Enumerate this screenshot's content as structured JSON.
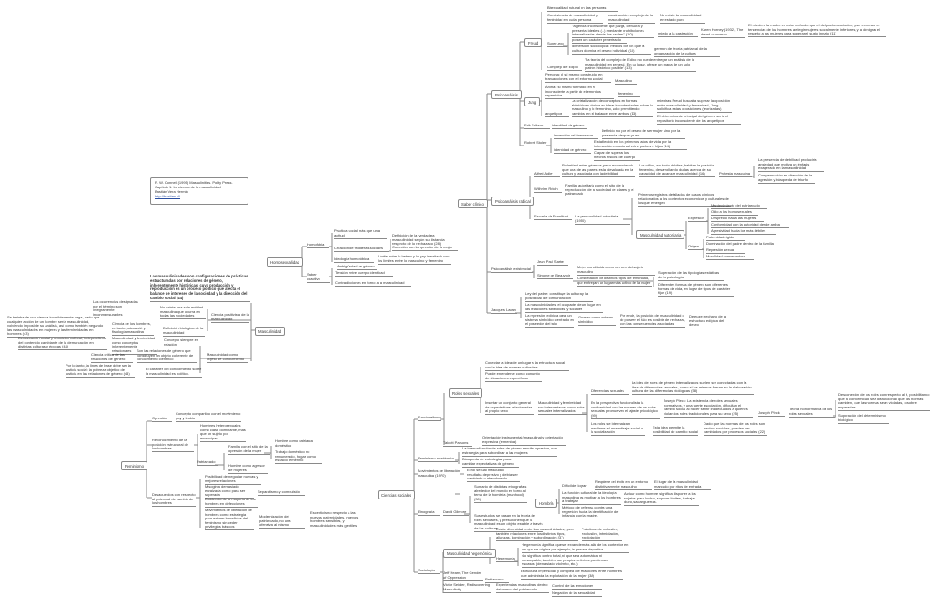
{
  "header": {
    "line1": "R. W. Connell (1995) Masculinities. Polity Press.",
    "line2": "Capítulo 1: La ciencia de la masculinidad",
    "author": "Bastián Vera Hermin",
    "link": "http://bastian.cl/"
  },
  "masc": {
    "root": "Masculinidad",
    "definition": "Las masculinidades son configuraciones de prácticas estructuradas por relaciones de género, inherentemente históricas, cuya producción y reproducción es un proceso político que afecta el balance de intereses de la sociedad y la dirección del cambio social (44)",
    "positivista": "Ciencia positivista de la masculinidad",
    "no_existe": "No existe una sola entidad masculina que ocurra en todas las sociedades",
    "ocurrencias": "Las ocurrencias designadas por el término son íntegramente inconmensurables",
    "biologica": "Definición biológica de la masculinidad",
    "ciencia_hombres": "Ciencia de los hombres, en tanto psicoanál. y fisiología masculina",
    "vaga": "Se trataba de una ciencia increíblemente vaga, dado que cualquier acción de un hombre sería masculinidad, volviendo imposible su análisis, así como también negando las masculinidades en mujeres y las femineidades en hombres (43)",
    "demarcacion": "Demarcación social y oposición cultural, independiente del contenido cambiante de la demarcación en distintas culturas y épocas (44)",
    "relacionales": "Masculinidad y femineidad como conceptos inherentemente relacionales",
    "relacion": "Concepto siempre en relación",
    "critica": "Ciencia crítica de las relaciones de género",
    "objeto_coherente": "Son las relaciones de género que constituyen un objeto coherente de conocimiento científico",
    "objeto": "Masculinidad como objeto de conocimiento",
    "justicia": "Por lo tanto, la línea de base debe ser la justicia social: la pobreza objetivo de justicia en las relaciones de género (44)",
    "politico": "El carácter del conocimiento sobre la masculinidad es político."
  },
  "homo": {
    "root": "Homosexualidad",
    "homofobia": "Homofobia",
    "saber": "Saber coactivo",
    "practica": "Práctica social más que una actitud",
    "fronteras": "Creación de fronteras sociales",
    "verdadera": "Definición de la verdadera masculinidad según su distancia respecto de lo rechazado (28)",
    "conexion": "Conexión con la opresión de la mujer",
    "ideologia": "Ideología homofóbica",
    "limite": "Límite entre lo hetero y lo gay inscritado con los límites entre lo masculino y femenino",
    "ambiguedad": "Ambigüedad de género",
    "tension": "Tensión entre cuerpo identidad",
    "contradicciones": "Contradicciones en torno a la masculinidad"
  },
  "fem": {
    "root": "Feminismo",
    "opresion": "Opresión",
    "gay": "Concepto compartido con el movimiento gay y lesbio",
    "reconocimiento": "Reconocimiento de la posición estructural de los hombres",
    "hetero": "Hombres heterosexuales como clase dominante, más que un sujeto por emancipar",
    "patriarcado": "Patriarcado",
    "familia": "Familia con el sitio de la opresión de la mujer",
    "patriarca": "Hombre como patriarca doméstico",
    "trabajo": "Trabajo doméstico no remunerado, hogar como espacio femenino",
    "agresor": "Hombre como agresor de mujeres",
    "desacuerdos": "Desacuerdos con respecto al potencial de cambio de los hombres",
    "negociar": "Posibilidad de negociar nuevas y mejores relaciones",
    "misoginia": "Misoginia demasiado enraizada como para ser superada",
    "separatismo": "Separatismo y compulsión",
    "disidencia": "Disidencia de la mayoría de los hombres en defecciones",
    "movimientos": "Movimientos de liberación de hombres como estrategia para extraer beneficios del feminismo sin ceder privilegios básicos",
    "modernizacion": "Modernización del patriarcado, no una ofensiva al mismo",
    "escepticismo": "Escepticismo respecto a las nuevas paternidades, nuevos hombres sensibles, y masculinidades más gentiles"
  },
  "soc": {
    "root": "Ciencias sociales",
    "funcionalismo": "Funcionalismo",
    "roles": "Roles sexuales",
    "conectar": "Conectar la idea de un lugar a la estructura social con la idea de normas culturales",
    "situaciones": "Puede entenderse como conjunto de situaciones específicas",
    "insertar": "Insertar un conjunto general de expectativas relacionadas al propio sexo",
    "internalizados": "Masculinidad y femineidad son interpretados como roles sexuales internalizados",
    "diferencias": "Diferencias sexuales",
    "idea_roles": "La idea de roles de género internalizados suelen ser conectadas con la idea de diferencias sexuales, como si los mismos fueran en la elaboración cultural de las diferencias biológicas (58)",
    "funcionalista": "En la perspectiva funcionalista la conformidad con las normas de los roles sexuales promueven el ajuste psicológico (59)",
    "pleck_text": "Joseph Pleck: La existencia de roles sexuales normativos, y una fuerte asociación, dificultan el cambio social al hacer sentir inadecuados a quienes violan los roles tradicionales para su sexo (25)",
    "pleck": "Joseph Pleck",
    "no_normativa": "Teoría no normativa de los roles sexuales",
    "desconexion": "Desconexión de los roles con respecto al ti, posibilitando que la conformidad sea disfuncional, que las normas cambien, que las normas sean violadas, o sobre-esperadas",
    "determinismo": "Superación del determinismo biológico",
    "aprendizaje": "Los roles se internalizan mediante el aprendizaje social o la socialización",
    "cambio": "Esta idea permite la posibilidad de cambio social",
    "hechos": "Dado que las normas de los roles son hechos sociales, pueden ser cambiados por procesos sociales (22)",
    "parsons": "Talcott Parsons",
    "orientacion": "Orientación instrumental (masculina) y orientación expresiva (femenina)",
    "fem_acad": "Feminismo académico",
    "internalizacion": "La internalización de roles de género resulta opresiva, una estrategia para subordinar a las mujeres",
    "busqueda": "Búsqueda de estrategias para cambiar expectativas de género",
    "liberacion": "Movimientos de liberación masculina (1970)",
    "rol_depresivo": "El rol sexual masculino resultaba depresivo y debía ser cambiado o abandonado",
    "etnografia": "Etnografía",
    "gilmore": "David Gilmore",
    "sumario": "Sumario de distintas etnografías alrededor del mundo en torno al tema de la hombría (manhood) (30)",
    "hombria": "Hombría",
    "dificil": "Difícil de lograr",
    "requiere": "Requiere del éxito en un entorno distintivamente masculino",
    "ritos": "El lugar de la masculinidad marcado por ritos de entrada",
    "funcion": "La función cultural de la ideología masculina es motivar a los hombres a trabajar",
    "actuar": "Actuar como hombre significa disponer a los sujetos para luchar, superar límites, trabajar duro, sacar guerras.",
    "defensa": "Método de defensa contra una regresión hacia la identificación de infancia con la madre.",
    "estudios": "Sus estudios se basan en la teoría de roles sexuales, y presuponen que la masculinidad es un objeto estable a través de las culturas",
    "sociologia": "Sociología",
    "hegemonica": "Masculinidad hegemónica",
    "diversidad": "Existe diversidad entre las masculinidades, pero también relaciones entre los distintos tipos, alianzas, dominación y subordinación (37)",
    "practicas": "Prácticas de inclusión, exclusión, intimidación, explotación",
    "hegemonia": "Hegemonía",
    "expande": "Hegemonía significa que se expande más allá de los contextos en los que se origina por ejemplo, la presea deportiva",
    "no_control": "No significa control total, ni que sea automática ni inescapable; también sus propios criterios pueden ser escasos (demasiado violento, etc.)",
    "hearn": "Jeff Hearn, The Gender of Oppression",
    "patriarcado": "Patriarcado",
    "estructura": "Estructura impersonal y compleja de relaciones entre hombres que administra la explotación de la mujer (38)",
    "seidler": "Victor Seidler, Rediscovering Masculinity",
    "experiencias": "Experiencias masculinas dentro del marco del patriarcado",
    "emociones": "Control de las emociones",
    "sexualidad": "Negación de la sexualidad"
  },
  "clin": {
    "root": "Saber clínico",
    "psico": "Psicoanálisis",
    "freud": "Freud",
    "jung": "Jung",
    "bisexualidad": "Bisexualidad natural en las personas",
    "coexistencia": "Coexistencia de masculinidad y feminidad en cada persona",
    "compleja": "construcción compleja de la masculinidad",
    "no_puro": "No existe la masculinidad en estado puro",
    "superego": "Super-ego",
    "agencia": "\"agencia inconsciente que juzga, censura y presenta ideales (...) mediante prohibiciones internalizadas desde los padres\" (10)",
    "castracion": "miedo a la castración",
    "horney": "Karen Horney (1932), The dread of woman",
    "miedo_madre": "El miedo a la madre es más profundo que el del padre castrador, y se expresa en tendencias de los hombres a elegir mujeres socialmente inferiores, y a denigrar el respeto a las mujeres para superar el susto innato (11)",
    "generizado": "posee un carácter generizado",
    "dimension": "dimensión sociológica: medios por los que la cultura domina el deseo individual (10)",
    "germen": "germen de teoría patriarcal de la organización de la cultura",
    "edipo": "Complejo de Edipo",
    "teoria_edipo": "\"la teoría del complejo de Edipo no puede entregar un análisis de la masculinidad en general. En su lugar, ofrece un mapa de un solo patrón histórico posible\" (13)",
    "persona": "Persona: el sí mismo construido en transacciones con el entorno social",
    "masculino": "Masculino",
    "anima": "Ánima: sí mismo formado en el inconsciente a partir de elementos reprimidos",
    "femenino": "femenino",
    "arquetipos": "arquetipos",
    "cristalizacion": "La cristalización de conceptos en formas ahistóricas deriva en ideas incontestables sobre lo masculino y lo femenino, solo permitiendo cambios en el balance entre ambos (13)",
    "mientras": "mientras Freud buscaba superar la oposición entre masculinidad y femenidad, Jung solidifica estas oposiciones (teorizadas)",
    "determinante": "El determinante principal del género sería el repositorio inconsciente de los arquetipos",
    "erikson": "Erik Erikson",
    "identidad1": "identidad de género",
    "stoller": "Robert Stoller",
    "transexual": "invención del transexual",
    "definido": "Definido no por el deseo de ser mujer sino por la presencia de que ya es",
    "identidad2": "identidad de género",
    "establecido": "Establecido en los primeros años de vida por la interacción emocional entre padres e hijos (14)",
    "capaz": "Capaz de superar los hechos físicos del cuerpo",
    "radical": "Psicoanálisis radical",
    "adler": "Alfred Adler",
    "polaridad": "Polaridad entre géneros, pero reconociendo que una de las partes es la devaluada en la cultura y asociada con la debilidad",
    "ninos": "Los niños, en tanto débiles, habitan la posición femenina, desarrollando dudas acerca de su capacidad de alcanzar masculinidad (16)",
    "protesta": "Protesta masculina",
    "presencia": "La presencia de debilidad produciría ansiedad que motiva un énfasis exagerado en la masculinidad",
    "compensacion": "Compensación en dirección de la agresión y búsqueda de triunfo",
    "reich": "Wilhelm Reich",
    "familia": "Familia autoritaria como el sitio de la reproducción de la sociedad de clases y el patriarcado",
    "frankfurt": "Escuela de Frankfurt",
    "autoritaria": "La personalidad autoritaria (1950)",
    "registros": "Primeros registros detallados de casos clínicos relacionados a los contextos económicos y culturales de los que emergen",
    "masc_aut": "Masculinidad autoritaria",
    "expresion": "Expresión",
    "exp": [
      "Mantenimiento del patriarcado",
      "Odio a los homosexuales",
      "Desprecio hacia las mujeres",
      "Conformidad con la autoridad desde arriba",
      "Agresividad hacia los más débiles"
    ],
    "origen": "Origen",
    "ori": [
      "Paternidad rígida",
      "Dominación del padre dentro de la familia",
      "Represión sexual",
      "Moralidad conservadora"
    ],
    "existencial": "Psicoanálisis existencial",
    "sartre": "Jean Paul Sartre",
    "beauvoir": "Simone de Beauvoir",
    "otro": "Mujer constituida como un otro del sujeto masculino",
    "constelacion": "Constelación de distintos tipos de feminidad, que entregan un lugar más activo de la mujer",
    "superacion": "Superación de las tipologías estáticas de la psicología",
    "formas": "Diferentes formas de género son diferentes formas de vida, en lugar de tipos de carácter fijos (19)",
    "lacan": "Jacques Lacan",
    "ley": "Ley del padre: constituye la cultura y la posibilidad de comunicación",
    "ocupante": "La masculinidad es el ocupante de un lugar en las relaciones simbólicas y sociales",
    "represion": "La represión edípica crea un sistema simbólico centrado en el poseedor del falo",
    "simbolico": "Género como sistema simbólico",
    "por_ende": "Por ende, la posición de masculinidad o de poseer el falo es posible de rechazar, con las consecuencias asociadas",
    "deleuze": "Deleuze: rechazo de la estructura edípica del deseo"
  },
  "colors": {
    "line": "#8a8a8a",
    "text": "#333333",
    "link": "#2a4fa0"
  }
}
